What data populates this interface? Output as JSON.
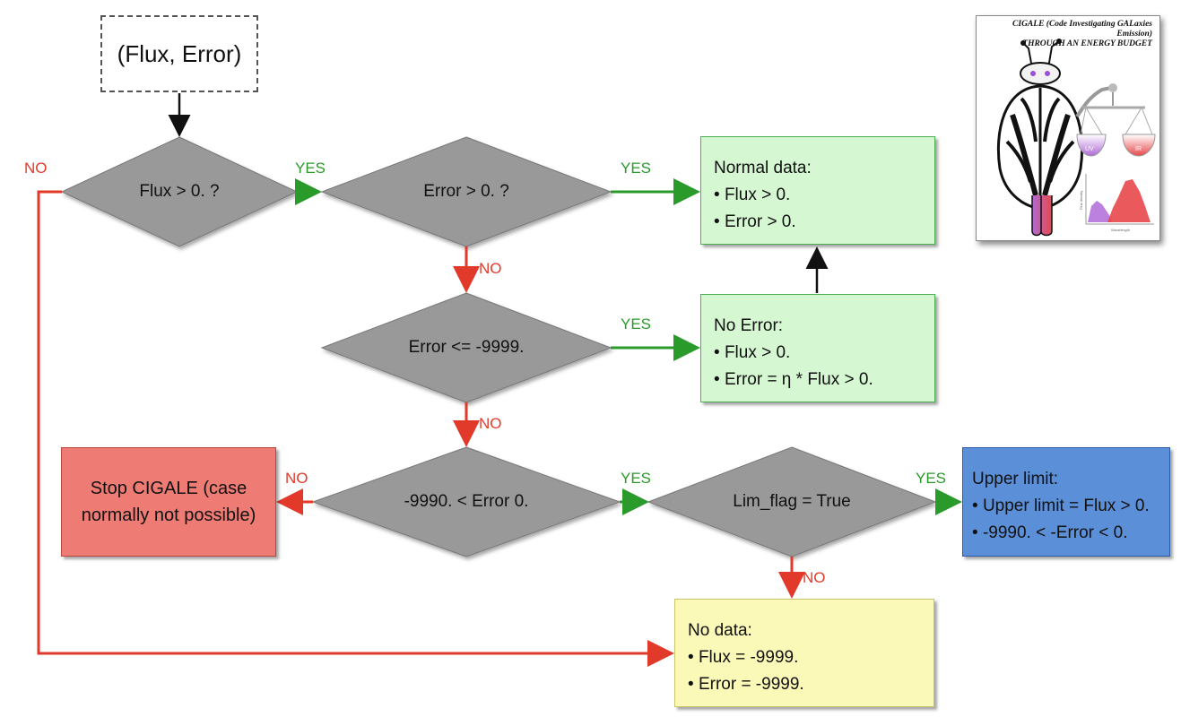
{
  "start_node": "(Flux, Error)",
  "decisions": {
    "flux_positive": "Flux > 0. ?",
    "error_positive": "Error > 0. ?",
    "error_missing": "Error <= -9999.",
    "error_range": "-9990. < Error 0.",
    "lim_flag": "Lim_flag = True"
  },
  "boxes": {
    "normal": {
      "title": "Normal data:",
      "bullets": [
        "Flux > 0.",
        "Error  > 0."
      ]
    },
    "no_error": {
      "title": "No Error:",
      "bullets": [
        "Flux > 0.",
        "Error  = η * Flux > 0."
      ]
    },
    "upper": {
      "title": "Upper limit:",
      "bullets": [
        "Upper limit = Flux > 0.",
        "-9990. < -Error < 0."
      ]
    },
    "no_data": {
      "title": "No data:",
      "bullets": [
        "Flux = -9999.",
        "Error = -9999."
      ]
    },
    "stop": {
      "text": "Stop CIGALE (case normally not possible)"
    }
  },
  "edge_labels": {
    "yes": "YES",
    "no": "NO"
  },
  "logo": {
    "title_line1": "CIGALE (Code Investigating GALaxies Emission)",
    "title_line2": "THROUGH AN ENERGY BUDGET",
    "uv": "UV",
    "ir": "IR",
    "x_axis": "Wavelength",
    "y_axis": "Flux density"
  },
  "colors": {
    "yes_arrow": "#2a9a2a",
    "no_arrow": "#e23a2a",
    "diamond": "#999999",
    "normal_box": "#d5f7d2",
    "upper_box": "#5b8fd8",
    "nodata_box": "#fbf9b7",
    "stop_box": "#ee7b74"
  }
}
